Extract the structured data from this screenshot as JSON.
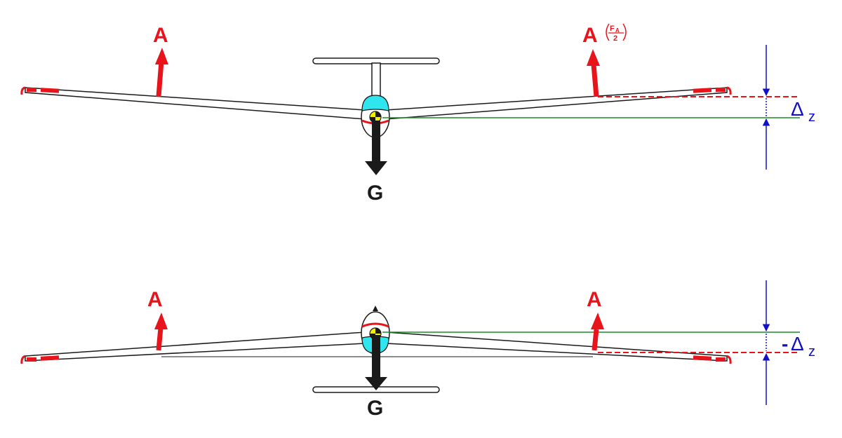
{
  "colors": {
    "lift": "#e8141b",
    "weight": "#1a1a1a",
    "dimension": "#1010c8",
    "reference_line": "#1a8a2a",
    "canopy": "#2fe6ef",
    "wing_outline": "#1a1a1a",
    "cg_yellow": "#f2f200"
  },
  "top_view": {
    "lift_left_label": "A",
    "lift_right_label": "A",
    "lift_right_fraction_num": "F",
    "lift_right_fraction_num_sub": "A",
    "lift_right_fraction_den": "2",
    "weight_label": "G",
    "delta_label": "Δ",
    "delta_sub": "z"
  },
  "bottom_view": {
    "lift_left_label": "A",
    "lift_right_label": "A",
    "weight_label": "G",
    "delta_prefix": "-",
    "delta_label": "Δ",
    "delta_sub": "z"
  }
}
